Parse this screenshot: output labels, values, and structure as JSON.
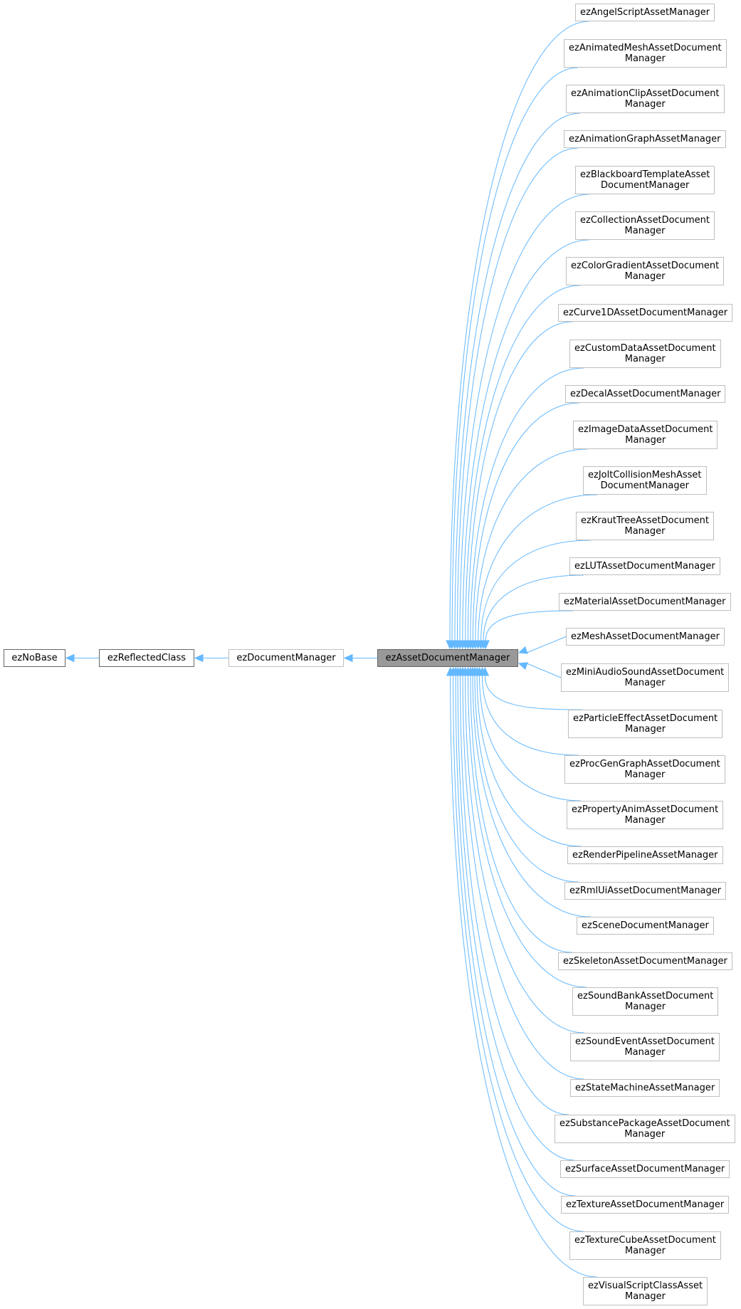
{
  "colors": {
    "edge": "#63b8ff",
    "current_fill": "#999999",
    "node_border_light": "#bfbfbf",
    "node_border_dark": "#666666"
  },
  "chain": [
    {
      "id": "ezNoBase",
      "label": "ezNoBase",
      "style": "base"
    },
    {
      "id": "ezReflectedClass",
      "label": "ezReflectedClass",
      "style": "base"
    },
    {
      "id": "ezDocumentManager",
      "label": "ezDocumentManager",
      "style": "light"
    },
    {
      "id": "ezAssetDocumentManager",
      "label": "ezAssetDocumentManager",
      "style": "current"
    }
  ],
  "derived": [
    {
      "label": "ezAngelScriptAssetManager"
    },
    {
      "label": "ezAnimatedMeshAssetDocument\nManager"
    },
    {
      "label": "ezAnimationClipAssetDocument\nManager"
    },
    {
      "label": "ezAnimationGraphAssetManager"
    },
    {
      "label": "ezBlackboardTemplateAsset\nDocumentManager"
    },
    {
      "label": "ezCollectionAssetDocument\nManager"
    },
    {
      "label": "ezColorGradientAssetDocument\nManager"
    },
    {
      "label": "ezCurve1DAssetDocumentManager"
    },
    {
      "label": "ezCustomDataAssetDocument\nManager"
    },
    {
      "label": "ezDecalAssetDocumentManager"
    },
    {
      "label": "ezImageDataAssetDocument\nManager"
    },
    {
      "label": "ezJoltCollisionMeshAsset\nDocumentManager"
    },
    {
      "label": "ezKrautTreeAssetDocument\nManager"
    },
    {
      "label": "ezLUTAssetDocumentManager"
    },
    {
      "label": "ezMaterialAssetDocumentManager"
    },
    {
      "label": "ezMeshAssetDocumentManager"
    },
    {
      "label": "ezMiniAudioSoundAssetDocument\nManager"
    },
    {
      "label": "ezParticleEffectAssetDocument\nManager"
    },
    {
      "label": "ezProcGenGraphAssetDocument\nManager"
    },
    {
      "label": "ezPropertyAnimAssetDocument\nManager"
    },
    {
      "label": "ezRenderPipelineAssetManager"
    },
    {
      "label": "ezRmlUiAssetDocumentManager"
    },
    {
      "label": "ezSceneDocumentManager"
    },
    {
      "label": "ezSkeletonAssetDocumentManager"
    },
    {
      "label": "ezSoundBankAssetDocument\nManager"
    },
    {
      "label": "ezSoundEventAssetDocument\nManager"
    },
    {
      "label": "ezStateMachineAssetManager"
    },
    {
      "label": "ezSubstancePackageAssetDocument\nManager"
    },
    {
      "label": "ezSurfaceAssetDocumentManager"
    },
    {
      "label": "ezTextureAssetDocumentManager"
    },
    {
      "label": "ezTextureCubeAssetDocument\nManager"
    },
    {
      "label": "ezVisualScriptClassAsset\nManager"
    }
  ]
}
